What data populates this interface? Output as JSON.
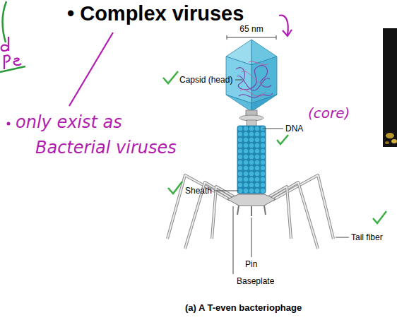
{
  "diagram": {
    "title": "• Complex viruses",
    "caption": "(a) A T-even bacteriophage",
    "labels": [
      "65 nm",
      "Capsid (head)",
      "DNA",
      "(core)",
      "Sheath",
      "Tail fiber",
      "Pin",
      "Baseplate",
      "only exist as Bacterial viruses"
    ]
  }
}
